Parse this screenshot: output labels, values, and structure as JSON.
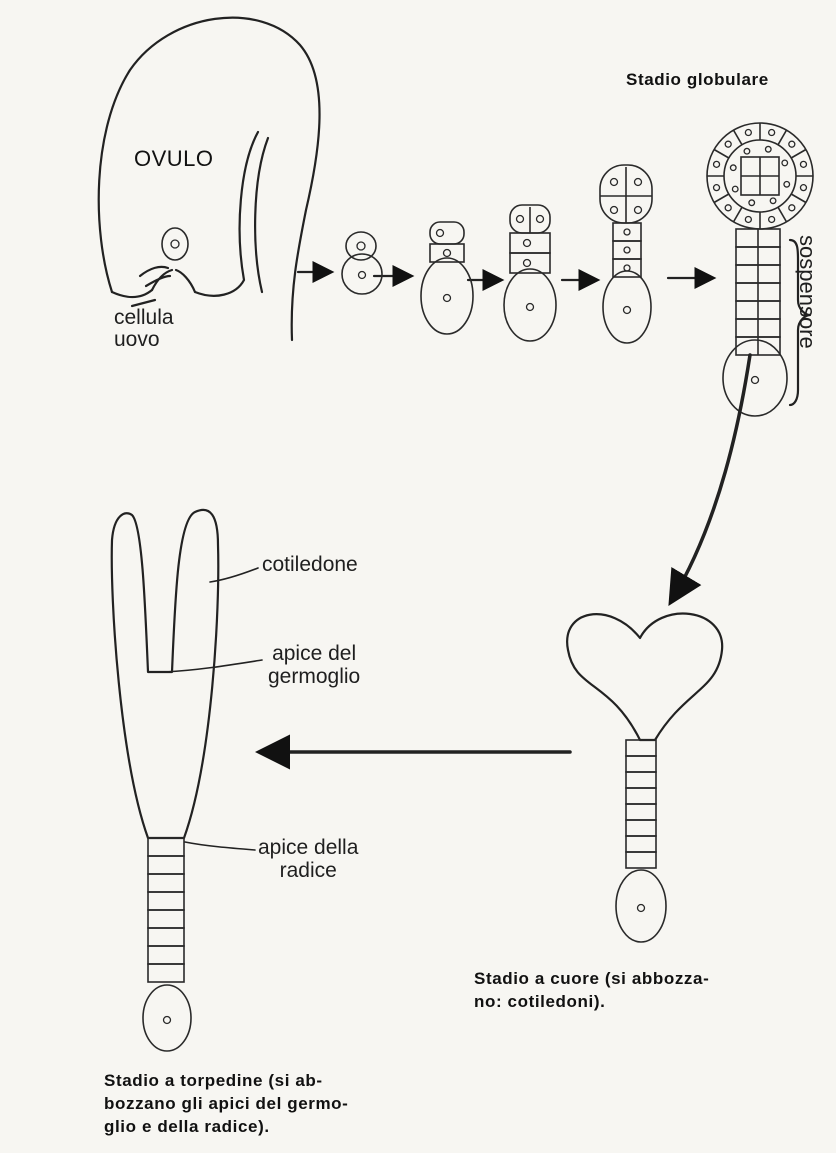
{
  "labels": {
    "ovulo": "OVULO",
    "cellula_uovo": "cellula\nuovo",
    "stadio_globulare": "Stadio globulare",
    "sospensore": "sospensore",
    "cotiledone": "cotiledone",
    "apice_germoglio": "apice del\ngermoglio",
    "apice_radice": "apice della\nradice",
    "stadio_cuore": "Stadio a cuore (si abbozza-\nno: cotiledoni).",
    "stadio_torpedine": "Stadio a torpedine (si ab-\nbozzano gli apici del germo-\nglio e della radice)."
  }
}
